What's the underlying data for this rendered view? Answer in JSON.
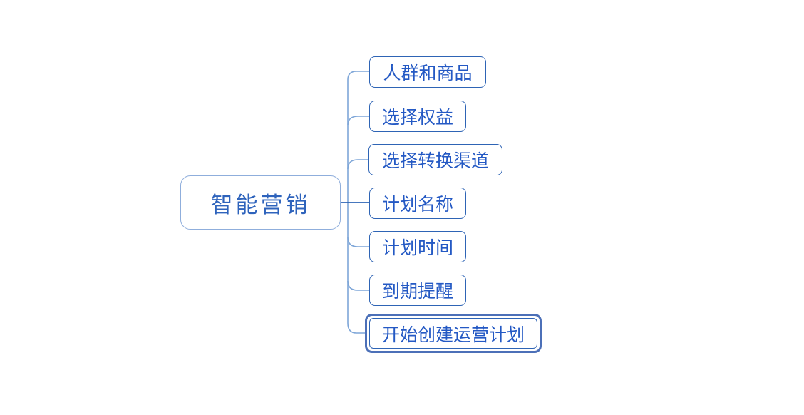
{
  "diagram": {
    "type": "mindmap",
    "root": {
      "label": "智能营销"
    },
    "children": [
      {
        "label": "人群和商品",
        "selected": false
      },
      {
        "label": "选择权益",
        "selected": false
      },
      {
        "label": "选择转换渠道",
        "selected": false
      },
      {
        "label": "计划名称",
        "selected": false
      },
      {
        "label": "计划时间",
        "selected": false
      },
      {
        "label": "到期提醒",
        "selected": false
      },
      {
        "label": "开始创建运营计划",
        "selected": true
      }
    ],
    "colors": {
      "background": "#FFFFFF",
      "root_border": "#8FAEDC",
      "child_border": "#2E64B5",
      "text": "#2459C4",
      "root_text": "#2E63BC",
      "branch_connector": "#7EA6D8",
      "root_connector": "#2E64B5",
      "selection_border": "#4C70B8"
    }
  }
}
